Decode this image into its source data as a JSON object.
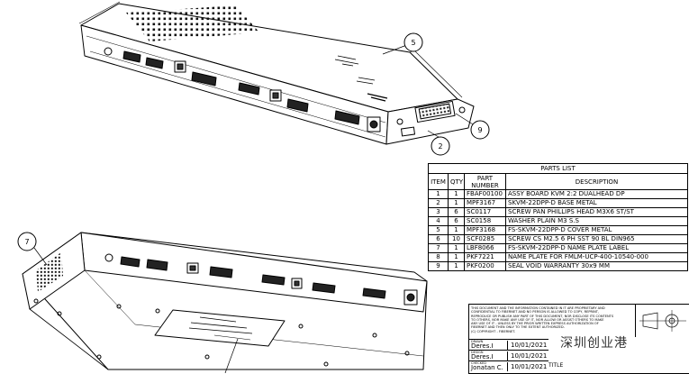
{
  "callouts": [
    "5",
    "9",
    "2",
    "7"
  ],
  "parts_list": {
    "caption": "PARTS LIST",
    "headers": {
      "item": "ITEM",
      "qty": "QTY",
      "part_number": "PART NUMBER",
      "description": "DESCRIPTION"
    },
    "rows": [
      {
        "item": "1",
        "qty": "1",
        "part": "FBAF00100",
        "desc": "ASSY BOARD KVM 2:2 DUALHEAD DP"
      },
      {
        "item": "2",
        "qty": "1",
        "part": "MPF3167",
        "desc": "SKVM-22DPP-D BASE METAL"
      },
      {
        "item": "3",
        "qty": "6",
        "part": "SC0117",
        "desc": "SCREW PAN PHILLIPS HEAD M3X6 ST/ST"
      },
      {
        "item": "4",
        "qty": "6",
        "part": "SC0158",
        "desc": "WASHER PLAIN M3 S.S"
      },
      {
        "item": "5",
        "qty": "1",
        "part": "MPF3168",
        "desc": "FS-SKVM-22DPP-D COVER METAL"
      },
      {
        "item": "6",
        "qty": "10",
        "part": "SCF0285",
        "desc": "SCREW CS M2.5 6 PH SST 90 BL DIN965"
      },
      {
        "item": "7",
        "qty": "1",
        "part": "LBF8066",
        "desc": "FS-SKVM-22DPP-D NAME PLATE LABEL"
      },
      {
        "item": "8",
        "qty": "1",
        "part": "PKF7221",
        "desc": "NAME PLATE FOR FMLM-UCP-400-10540-000"
      },
      {
        "item": "9",
        "qty": "1",
        "part": "PKF0200",
        "desc": "SEAL VOID WARRANTY 30x9 MM"
      }
    ]
  },
  "title_block": {
    "notice": "THIS DOCUMENT AND THE INFORMATION CONTAINED IN IT ARE PROPRIETARY AND\nCONFIDENTIAL TO FIBERNET AND NO PERSON IS ALLOWED TO COPY, REPRINT,\nREPRODUCE OR PUBLISH ANY PART OF THIS DOCUMENT, NOR DISCLOSE ITS CONTENTS\nTO OTHERS, NOR MAKE ANY USE OF IT, NOR ALLOW OR ASSIST OTHERS TO MAKE\nANY USE OF IT - UNLESS BY THE PRIOR WRITTEN EXPRESS AUTHORIZATION OF\nFIBERNET AND THEN ONLY TO THE EXTENT AUTHORIZED.\n(C) COPYRIGHT - FIBERNET.",
    "rows": [
      {
        "role": "DRAWN",
        "name": "Deres.I",
        "date": "10/01/2021"
      },
      {
        "role": "DESIGN",
        "name": "Deres.I",
        "date": "10/01/2021"
      },
      {
        "role": "CHECKED",
        "name": "Jonatan C.",
        "date": "10/01/2021"
      }
    ],
    "title_label": "TITLE"
  },
  "watermark": "深圳创业港"
}
